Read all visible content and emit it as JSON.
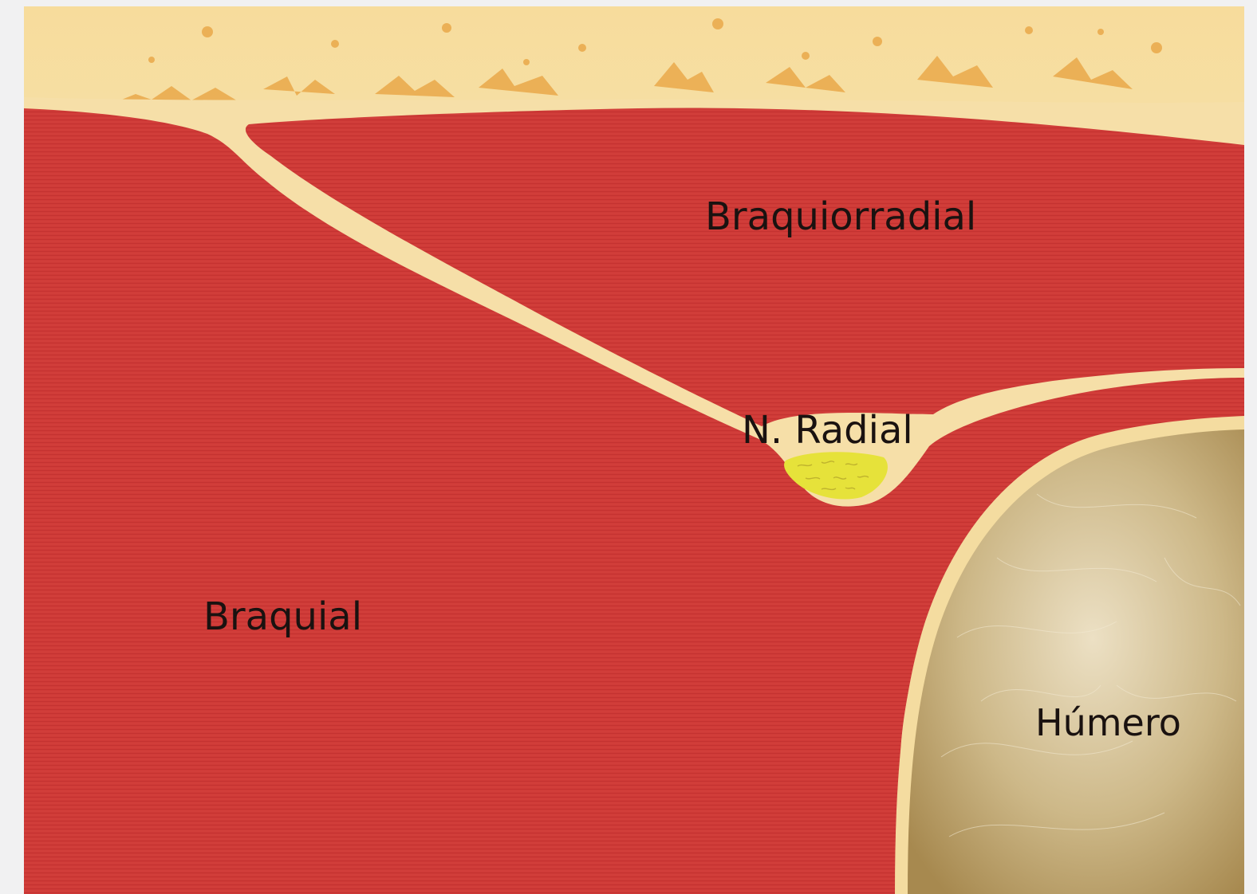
{
  "diagram": {
    "labels": {
      "brachioradialis": "Braquiorradial",
      "radial_nerve": "N. Radial",
      "brachialis": "Braquial",
      "humerus": "Húmero"
    },
    "colors": {
      "page_background": "#f1f1f2",
      "subcutaneous_fat": "#f0c878",
      "fat_highlight": "#fbe3b0",
      "muscle": "#cf3a37",
      "muscle_dark": "#b92f2d",
      "fascia": "#f6dfa8",
      "nerve": "#e6e23a",
      "bone_shaft": "#bfa56a",
      "bone_cortex": "#f4dca0",
      "label_text": "#1a1210"
    }
  }
}
